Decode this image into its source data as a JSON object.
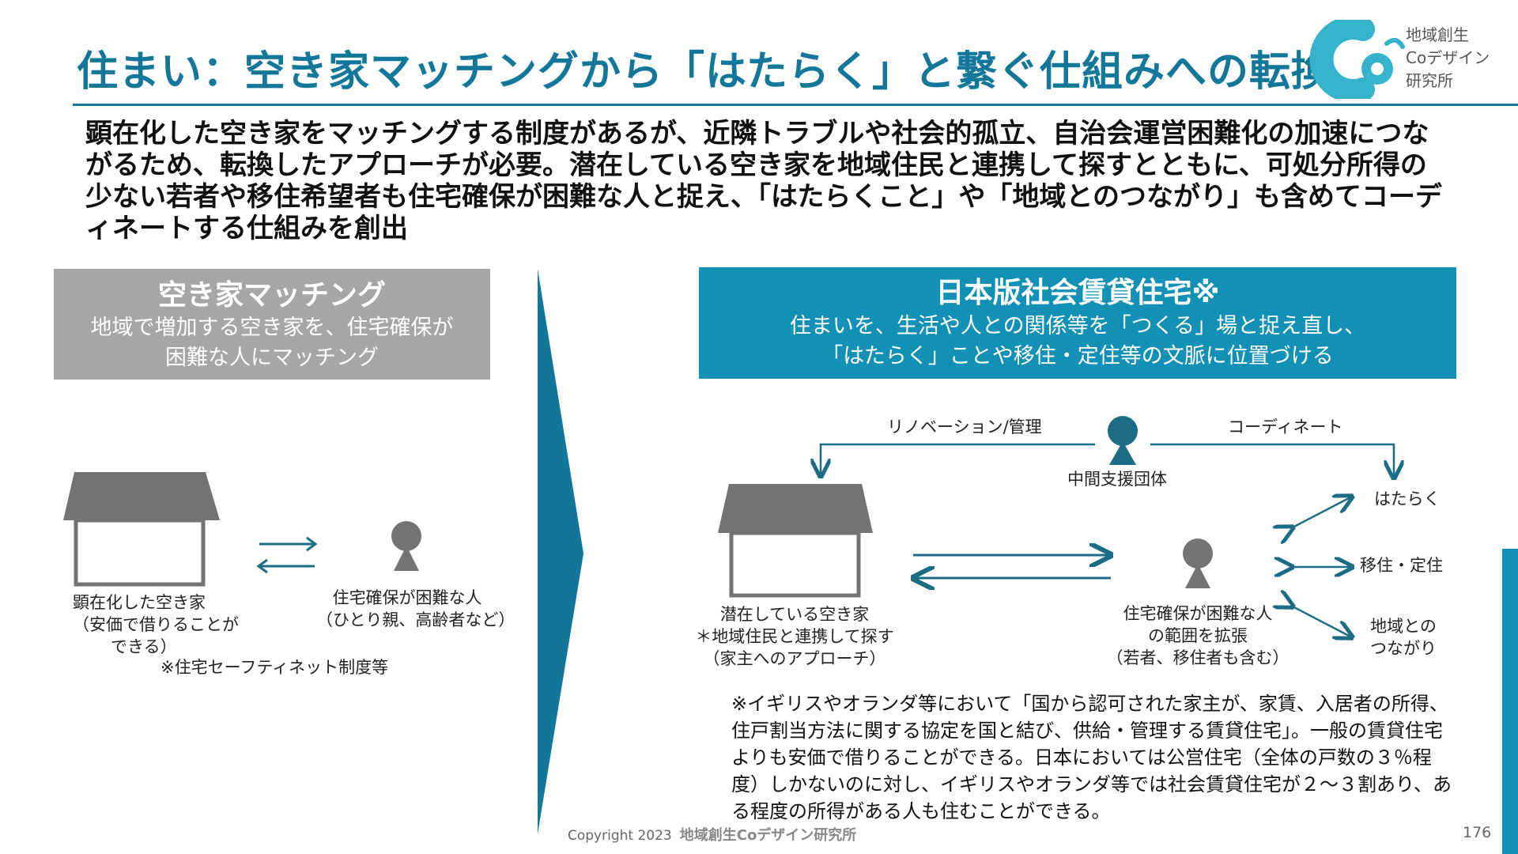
{
  "slide": {
    "title": "住まい：空き家マッチングから「はたらく」と繋ぐ仕組みへの転換",
    "lead": "顕在化した空き家をマッチングする制度があるが、近隣トラブルや社会的孤立、自治会運営困難化の加速につながるため、転換したアプローチが必要。潜在している空き家を地域住民と連携して探すとともに、可処分所得の少ない若者や移住希望者も住宅確保が困難な人と捉え、「はたらくこと」や「地域とのつながり」も含めてコーディネートする仕組みを創出",
    "page_number": "176",
    "copyright": "Copyright 2023",
    "copyright_org": "地域創生Coデザイン研究所"
  },
  "logo": {
    "line1": "地域創生",
    "line2": "Coデザイン",
    "line3": "研究所",
    "color": "#35b3cc"
  },
  "left_panel": {
    "heading": "空き家マッチング",
    "subtitle_line1": "地域で増加する空き家を、住宅確保が",
    "subtitle_line2": "困難な人にマッチング",
    "house_label_line1": "顕在化した空き家",
    "house_label_line2": "（安価で借りることが",
    "house_label_line3": "できる）",
    "person_label_line1": "住宅確保が困難な人",
    "person_label_line2": "（ひとり親、高齢者など）",
    "footnote": "※住宅セーフティネット制度等"
  },
  "right_panel": {
    "heading": "日本版社会賃貸住宅※",
    "subtitle_line1": "住まいを、生活や人との関係等を「つくる」場と捉え直し、",
    "subtitle_line2": "「はたらく」ことや移住・定住等の文脈に位置づける",
    "arrow_left_label": "リノベーション/管理",
    "arrow_right_label": "コーディネート",
    "org_label": "中間支援団体",
    "house_label_line1": "潜在している空き家",
    "house_label_line2": "＊地域住民と連携して探す",
    "house_label_line3": "（家主へのアプローチ）",
    "person_label_line1": "住宅確保が困難な人",
    "person_label_line2": "の範囲を拡張",
    "person_label_line3": "（若者、移住者も含む）",
    "outcome1": "はたらく",
    "outcome2": "移住・定住",
    "outcome3_line1": "地域との",
    "outcome3_line2": "つながり",
    "note": "※イギリスやオランダ等において「国から認可された家主が、家賃、入居者の所得、住戸割当方法に関する協定を国と結び、供給・管理する賃貸住宅」。一般の賃貸住宅よりも安価で借りることができる。日本においては公営住宅（全体の戸数の３％程度）しかないのに対し、イギリスやオランダ等では社会賃貸住宅が２～３割あり、ある程度の所得がある人も住むことができる。"
  },
  "colors": {
    "accent": "#13779a",
    "box_right": "#1290b5",
    "box_left": "#a6a6a6",
    "icon_gray": "#737373",
    "icon_dark": "#1d6c85"
  }
}
